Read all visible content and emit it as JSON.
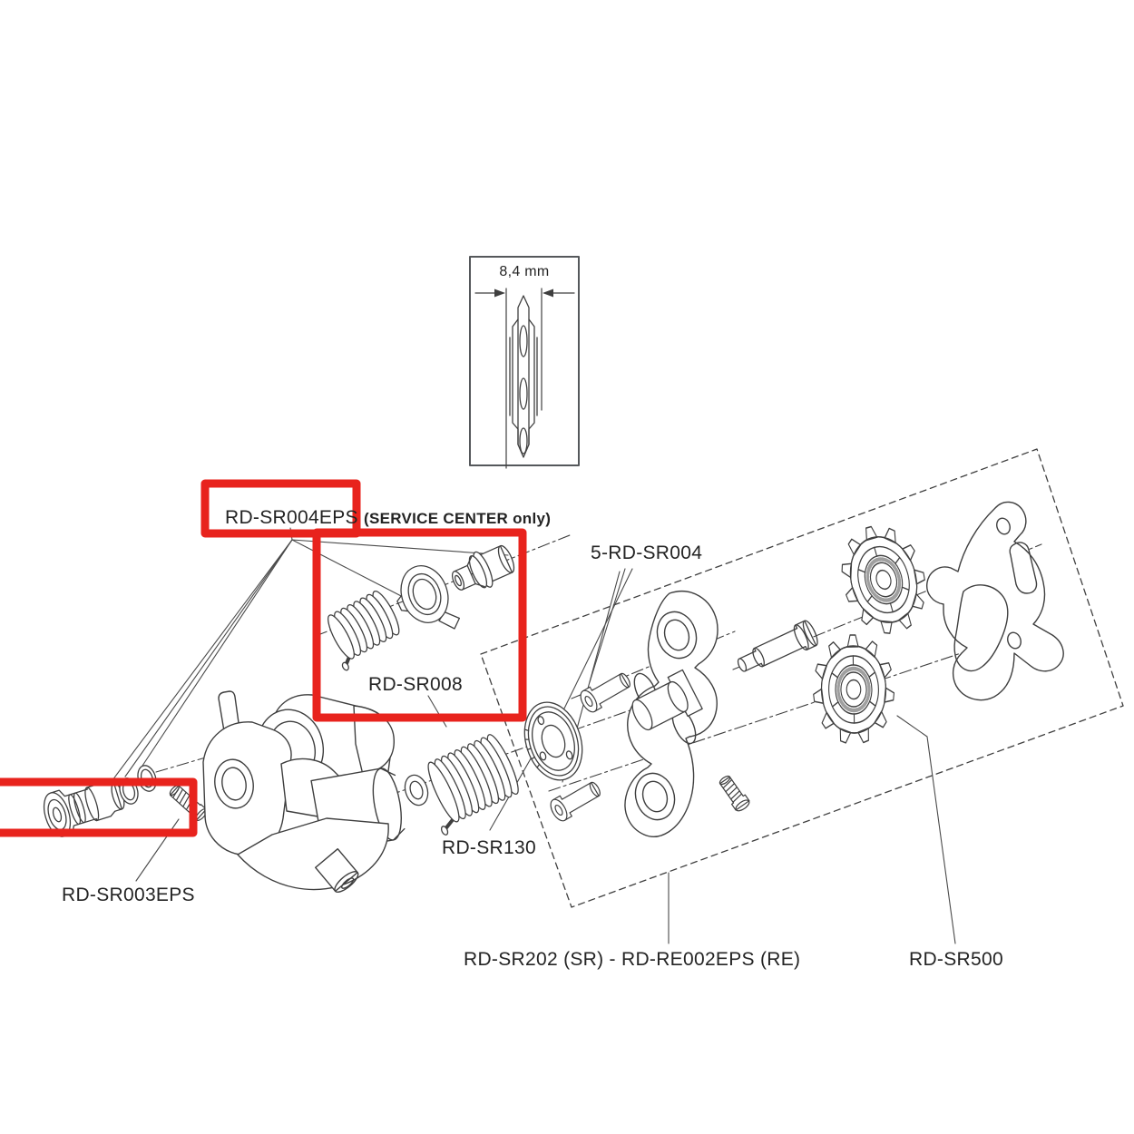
{
  "diagram": {
    "title_hint": "Rear derailleur exploded spare parts diagram",
    "measurement_label": "8,4 mm",
    "labels": {
      "service_kit": "RD-SR004EPS",
      "service_note": "(SERVICE CENTER only)",
      "screw_set": "5-RD-SR004",
      "spring_kit": "RD-SR008",
      "cage_spring_kit": "RD-SR130",
      "pivot_bolt_kit": "RD-SR003EPS",
      "cage_assembly": "RD-SR202 (SR) - RD-RE002EPS (RE)",
      "pulley_set": "RD-SR500"
    },
    "colors": {
      "highlight_red": "#e8231d",
      "line": "#3f3f3f",
      "text": "#242424"
    }
  }
}
